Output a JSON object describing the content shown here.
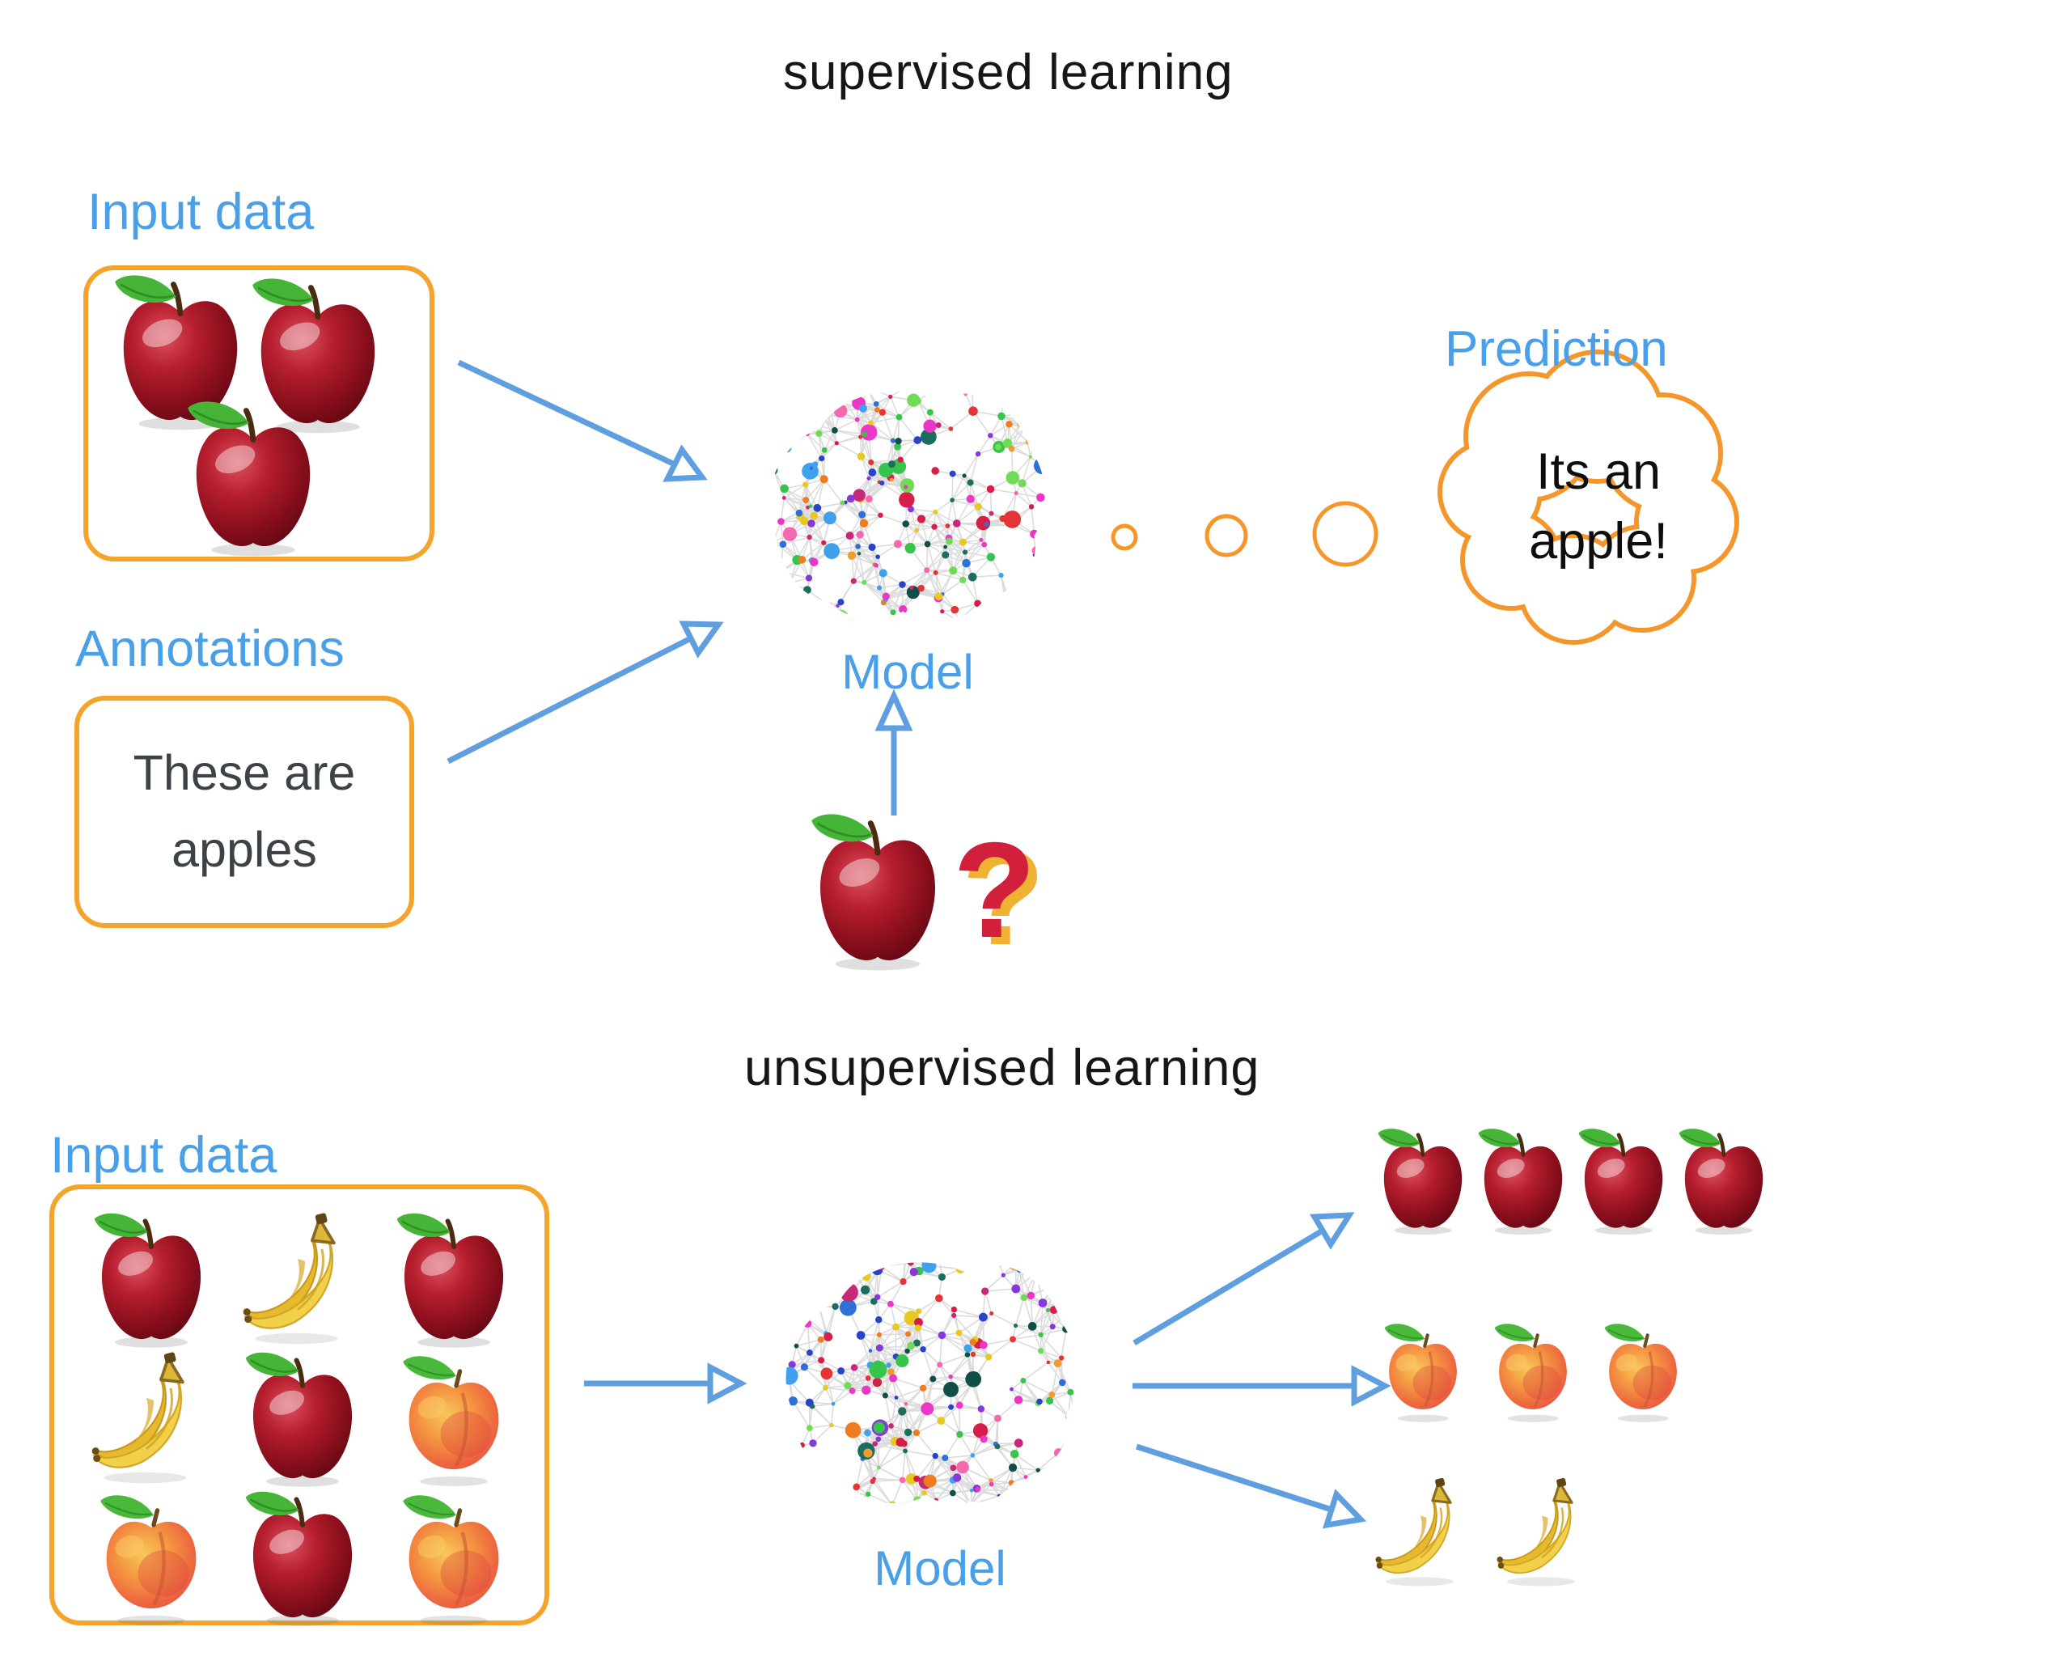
{
  "supervised": {
    "title": "supervised learning",
    "input_label": "Input data",
    "annotations_label": "Annotations",
    "annotation_line1": "These are",
    "annotation_line2": "apples",
    "model_label": "Model",
    "prediction_label": "Prediction",
    "prediction_line1": "Its an",
    "prediction_line2": "apple!",
    "question_mark": "?",
    "input_fruits": [
      "apple",
      "apple",
      "apple"
    ],
    "query_fruit": "apple"
  },
  "unsupervised": {
    "title": "unsupervised learning",
    "input_label": "Input data",
    "model_label": "Model",
    "input_grid": [
      [
        "apple",
        "banana",
        "apple"
      ],
      [
        "banana",
        "apple",
        "peach"
      ],
      [
        "peach",
        "apple",
        "peach"
      ]
    ],
    "output_clusters": [
      {
        "fruit": "apple",
        "count": 4
      },
      {
        "fruit": "peach",
        "count": 3
      },
      {
        "fruit": "banana",
        "count": 2
      }
    ]
  },
  "colors": {
    "label_blue": "#49a0e9",
    "arrow_blue": "#5f9fdf",
    "box_orange": "#f5a42b",
    "cloud_orange": "#f5962b",
    "title_black": "#161616",
    "annotation_gray": "#3d4247",
    "question_red": "#d2203c",
    "question_gold": "#f0b232"
  }
}
